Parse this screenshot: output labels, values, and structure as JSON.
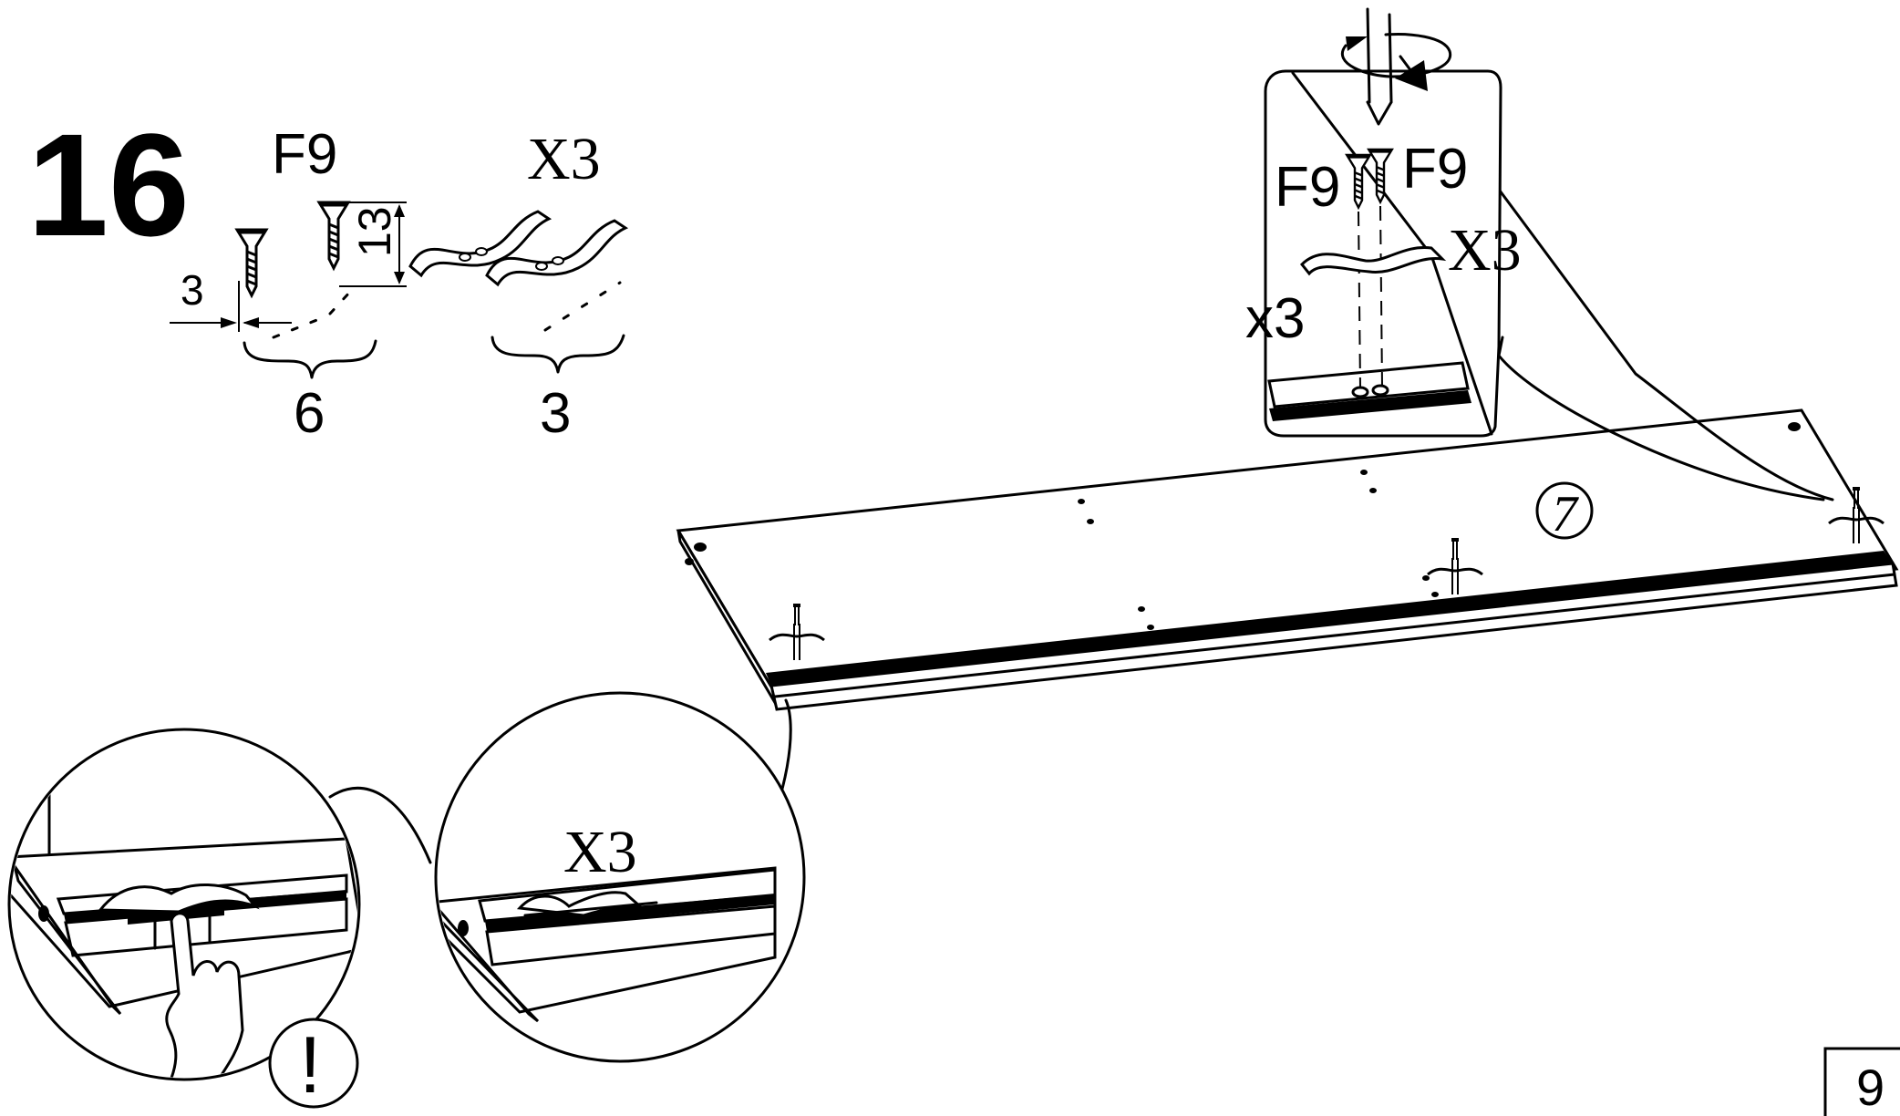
{
  "step": {
    "number": "16"
  },
  "parts": {
    "screw": {
      "code": "F9",
      "length": "13",
      "head_width": "3",
      "quantity": "6"
    },
    "clip": {
      "code": "X3",
      "quantity": "3"
    }
  },
  "callout_top": {
    "screw_left": "F9",
    "screw_right": "F9",
    "clip_label": "X3",
    "repeat": "x3"
  },
  "board": {
    "panel_id": "7"
  },
  "detail_right": {
    "clip_label": "X3"
  },
  "detail_left": {
    "warning": "!"
  },
  "page": {
    "number": "9"
  }
}
